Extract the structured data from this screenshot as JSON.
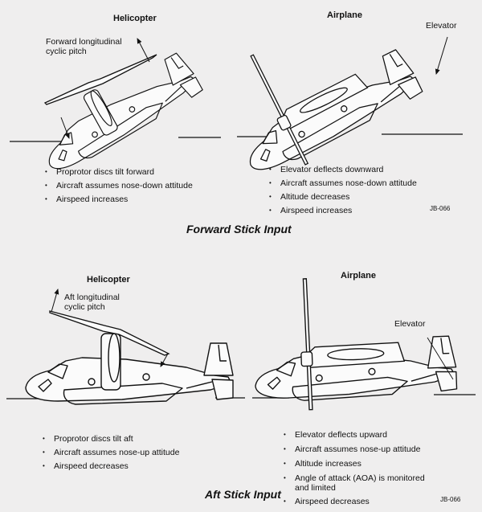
{
  "forward": {
    "caption": "Forward Stick Input",
    "helicopter": {
      "title": "Helicopter",
      "annotation_line1": "Forward longitudinal",
      "annotation_line2": "cyclic pitch",
      "bullets": [
        "Proprotor discs tilt forward",
        "Aircraft assumes nose-down attitude",
        "Airspeed increases"
      ]
    },
    "airplane": {
      "title": "Airplane",
      "elevator_label": "Elevator",
      "bullets": [
        "Elevator deflects downward",
        "Aircraft assumes nose-down attitude",
        "Altitude decreases",
        "Airspeed increases"
      ],
      "figure_id": "JB-066"
    }
  },
  "aft": {
    "caption": "Aft Stick Input",
    "helicopter": {
      "title": "Helicopter",
      "annotation_line1": "Aft longitudinal",
      "annotation_line2": "cyclic pitch",
      "bullets": [
        "Proprotor discs tilt aft",
        "Aircraft assumes nose-up attitude",
        "Airspeed decreases"
      ]
    },
    "airplane": {
      "title": "Airplane",
      "elevator_label": "Elevator",
      "bullets": [
        "Elevator deflects upward",
        "Aircraft assumes nose-up attitude",
        "Altitude increases",
        "Angle of attack (AOA) is monitored",
        "and limited",
        "Airspeed decreases"
      ],
      "figure_id": "JB-066"
    }
  }
}
